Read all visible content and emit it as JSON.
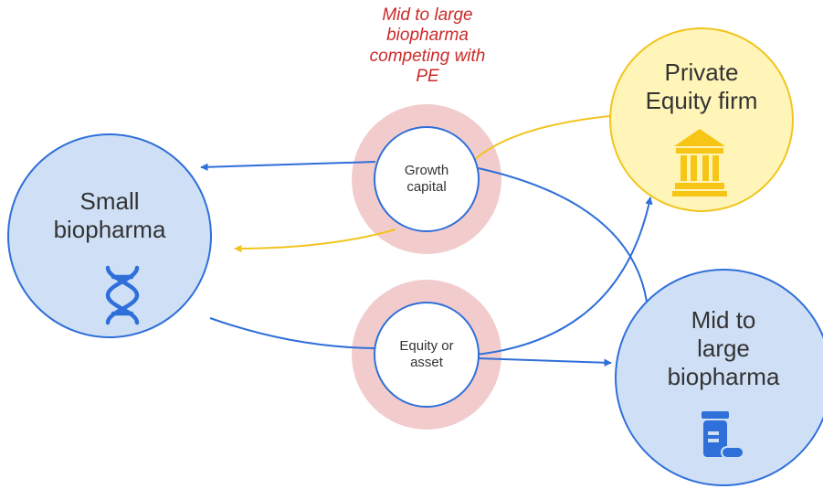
{
  "annotation": {
    "lines": [
      "Mid to large",
      "biopharma",
      "competing with",
      "PE"
    ],
    "color": "#cc2a2a"
  },
  "nodes": {
    "small_biopharma": {
      "lines": [
        "Small",
        "biopharma"
      ],
      "icon": "dna-icon",
      "fill": "#cfe0f6",
      "stroke": "#2f6fd9"
    },
    "private_equity": {
      "lines": [
        "Private",
        "Equity firm"
      ],
      "icon": "bank-icon",
      "fill": "#fff5b8",
      "stroke": "#f2c41c"
    },
    "mid_large_biopharma": {
      "lines": [
        "Mid to",
        "large",
        "biopharma"
      ],
      "icon": "medicine-bottle-icon",
      "fill": "#cfe0f6",
      "stroke": "#2f6fd9"
    },
    "growth_capital": {
      "lines": [
        "Growth",
        "capital"
      ],
      "ring": "#f2cccc"
    },
    "equity_or_asset": {
      "lines": [
        "Equity or",
        "asset"
      ],
      "ring": "#f2cccc"
    }
  },
  "colors": {
    "blue_arrow": "#2f6fd9",
    "yellow_arrow": "#f2c41c",
    "icon_blue": "#2f6fd9",
    "icon_yellow": "#f6c515"
  }
}
